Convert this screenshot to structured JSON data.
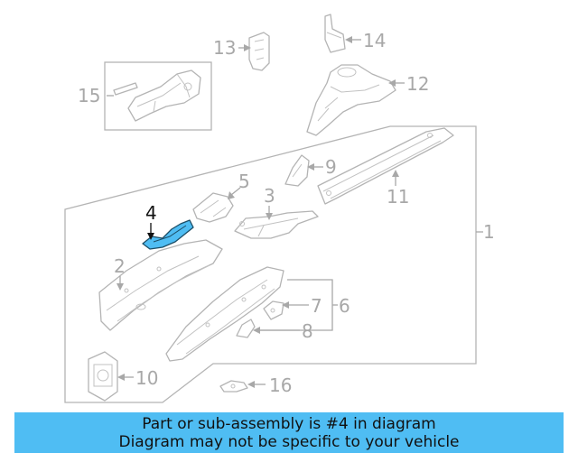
{
  "diagram": {
    "highlight_color": "#4fbdf3",
    "highlighted_part": "4",
    "callouts": {
      "c1": "1",
      "c2": "2",
      "c3": "3",
      "c4": "4",
      "c5": "5",
      "c6": "6",
      "c7": "7",
      "c8": "8",
      "c9": "9",
      "c10": "10",
      "c11": "11",
      "c12": "12",
      "c13": "13",
      "c14": "14",
      "c15": "15",
      "c16": "16"
    }
  },
  "banner": {
    "line1": "Part or sub-assembly is #4 in diagram",
    "line2": "Diagram may not be specific to your vehicle",
    "background": "#4fbdf3"
  }
}
